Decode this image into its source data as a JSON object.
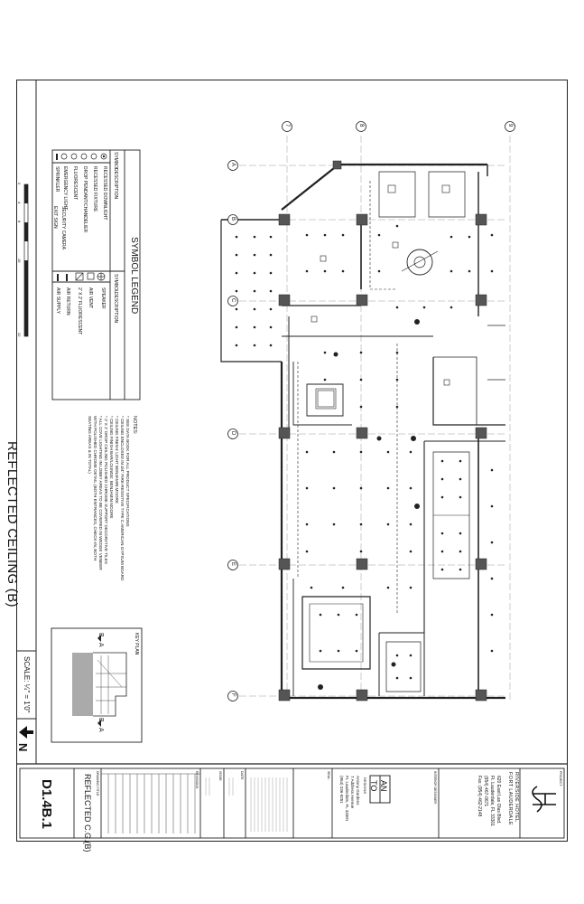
{
  "sheet": {
    "title": "REFLECTED CEILING (B)",
    "scale": "SCALE: ¼\" = 1'0\"",
    "north": "N",
    "sheet_number": "D1.4B.1",
    "sheet_name": "REFLECTED C.G.(B)"
  },
  "legend": {
    "title": "SYMBOL LEGEND",
    "col_symbol": "SYMBOL",
    "col_description": "DESCRIPTION",
    "left_items": [
      "RECESSED DOWNLIGHT",
      "RECESSED FIXTURE",
      "DROP PENDANT/CHANDELIER",
      "FLUORESCENT",
      "EMERGENCY LIGHT",
      "SPRINKLER",
      "SECURITY CAMERA",
      "EXIT SIGN"
    ],
    "right_items": [
      "SPEAKER",
      "AIR VENT",
      "2' X 2' FLUORESCENT",
      "AIR RETURN",
      "AIR SUPPLY"
    ],
    "scale_ticks": [
      "0",
      "4",
      "8",
      "16",
      "32"
    ]
  },
  "notes": {
    "title": "NOTES:",
    "lines": [
      "* SEE DATA BOOK FOR ALL PRODUCT SPECIFICATIONS",
      "* CEILING ENCLOSED IN 3/4\" FIRE-RESISTIVE TYPE C AMERICAN GYPSUM BOARD",
      "* CEILING FINISH: LIGHT BENJAMIN MOORE",
      "* CEILING FINISH BAR/LOUNGE: BENJAMIN MOORE",
      "* 2' X 2' DROP CEILING POLISHED CHROME SUPPORT DECORATIVE TILES",
      "* ALL COVE LIGHTING IN LOBBY AREAS TO BE COVERED IN WEDGE VENEER",
      "  WITH POLISHED CHROME DETAIL (BOTH ENTRANCES, CHECK-IN, BOTH",
      "  SEATING AREAS & IN TOTAL)"
    ]
  },
  "key_plan": {
    "title": "KEY PLAN",
    "marker_top": "B",
    "marker_top_right": "A",
    "marker_bottom": "B",
    "marker_bottom_right": "A"
  },
  "grid_bubbles": [
    "7",
    "8",
    "9",
    "A",
    "B",
    "C",
    "D",
    "E",
    "F"
  ],
  "project": {
    "label": "PROJECT:",
    "logo": "RH",
    "hotel_name": "RIVERSIDE HOTEL",
    "city": "FORT LAUDERDALE",
    "address1": "620 East Las Olas Blvd.",
    "address2": "Ft. Lauderdale, FL 33301",
    "phone": "(954) 467-0671",
    "fax": "Fax: (954) 462-2148"
  },
  "designer": {
    "label": "INTERIOR DESIGNER:",
    "logo_top": "AN",
    "logo_bottom": "TO",
    "firm": "DESIGNS",
    "name": "Antony Gardens",
    "address1": "7 Address Avenue",
    "address2": "Ft. Lauderdale, FL 33301",
    "phone": "(954) 236-9251"
  },
  "title_blocks": {
    "seal": "SEAL:",
    "drawing_title": "DRAWING TITLE:",
    "revisions": "REVISIONS:",
    "issue": "ISSUE:",
    "date": "DATE:"
  }
}
